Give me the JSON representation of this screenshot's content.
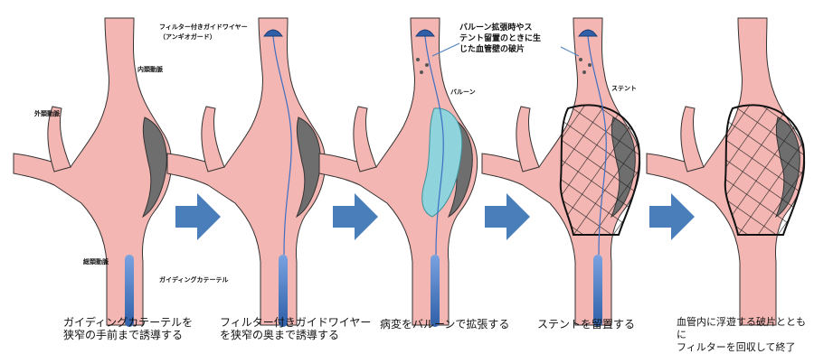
{
  "labels": {
    "filter_wire": "フィルター付きガイドワイヤー",
    "filter_wire_paren": "（アンギオガード）",
    "internal_carotid": "内頚動脈",
    "external_carotid": "外頚動脈",
    "common_carotid": "総頚動脈",
    "guiding_catheter": "ガイディングカテーテル",
    "balloon": "バルーン",
    "stent": "ステント",
    "debris_note_1": "バルーン拡張時やス",
    "debris_note_2": "テント留置のときに生",
    "debris_note_3": "じた血管壁の破片"
  },
  "captions": [
    {
      "line1": "ガイディングカテーテルを",
      "line2": "狭窄の手前まで誘導する"
    },
    {
      "line1": "フィルター付きガイドワイヤー",
      "line2": "を狭窄の奥まで誘導する"
    },
    {
      "line1": "病変をバルーンで拡張する",
      "line2": ""
    },
    {
      "line1": "ステントを留置する",
      "line2": ""
    },
    {
      "line1": "血管内に浮遊する破片とともに",
      "line2": "フィルターを回収して終了"
    }
  ],
  "colors": {
    "vessel": "#f4b6b2",
    "vessel_stroke": "#333333",
    "plaque": "#6e6e6e",
    "arrow": "#4a7ebb",
    "catheter": "#3d6fc4",
    "balloon": "#8fd3dc",
    "filter": "#2e5fa8"
  }
}
